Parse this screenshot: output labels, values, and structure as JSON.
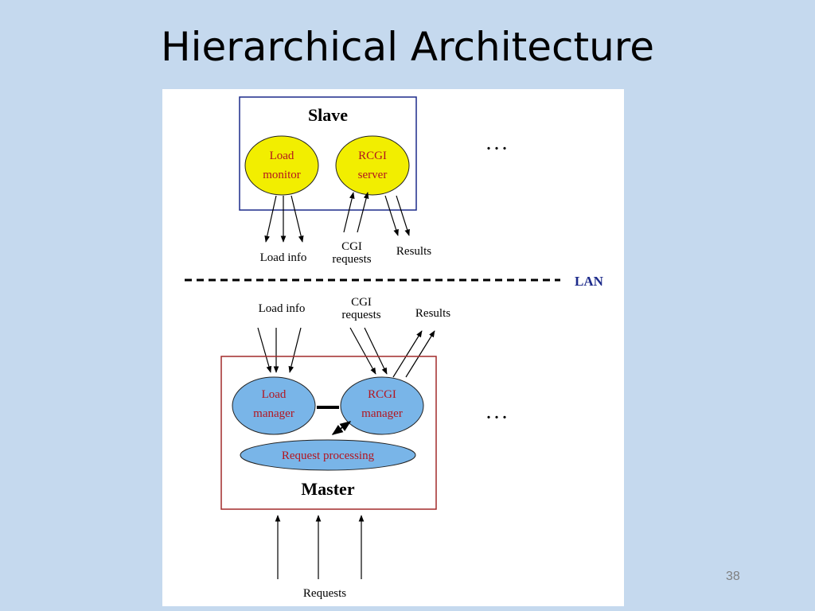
{
  "slide": {
    "title": "Hierarchical Architecture",
    "page_number": "38"
  },
  "diagram": {
    "slave": {
      "title": "Slave",
      "load_monitor": [
        "Load",
        "monitor"
      ],
      "rcgi_server": [
        "RCGI",
        "server"
      ],
      "ellipsis": ". . ."
    },
    "upper_labels": {
      "load_info": "Load info",
      "cgi_requests": [
        "CGI",
        "requests"
      ],
      "results": "Results"
    },
    "lan_label": "LAN",
    "lower_labels": {
      "load_info": "Load info",
      "cgi_requests": [
        "CGI",
        "requests"
      ],
      "results": "Results"
    },
    "master": {
      "title": "Master",
      "load_manager": [
        "Load",
        "manager"
      ],
      "rcgi_manager": [
        "RCGI",
        "manager"
      ],
      "request_processing": "Request processing",
      "ellipsis": ". . ."
    },
    "requests_label": "Requests",
    "colors": {
      "slave_border": "#1c2a8a",
      "master_border": "#a22a2a",
      "slave_node_fill": "#f2ee00",
      "master_node_fill": "#79b5e8",
      "node_text": "#b3151f",
      "lan_text": "#1c2a8a"
    }
  }
}
